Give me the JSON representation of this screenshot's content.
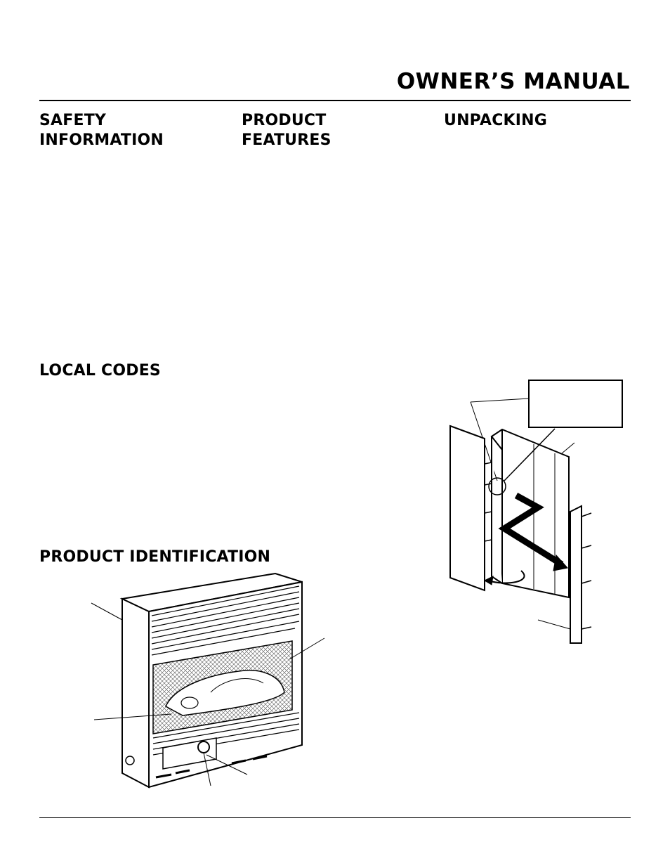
{
  "header": {
    "title": "OWNER’S MANUAL"
  },
  "sections": {
    "safety": {
      "line1": "SAFETY",
      "line2": "INFORMATION"
    },
    "features": {
      "line1": "PRODUCT",
      "line2": "FEATURES"
    },
    "unpacking": {
      "title": "UNPACKING"
    },
    "local_codes": {
      "title": "LOCAL CODES"
    },
    "product_identification": {
      "title": "PRODUCT IDENTIFICATION"
    }
  }
}
